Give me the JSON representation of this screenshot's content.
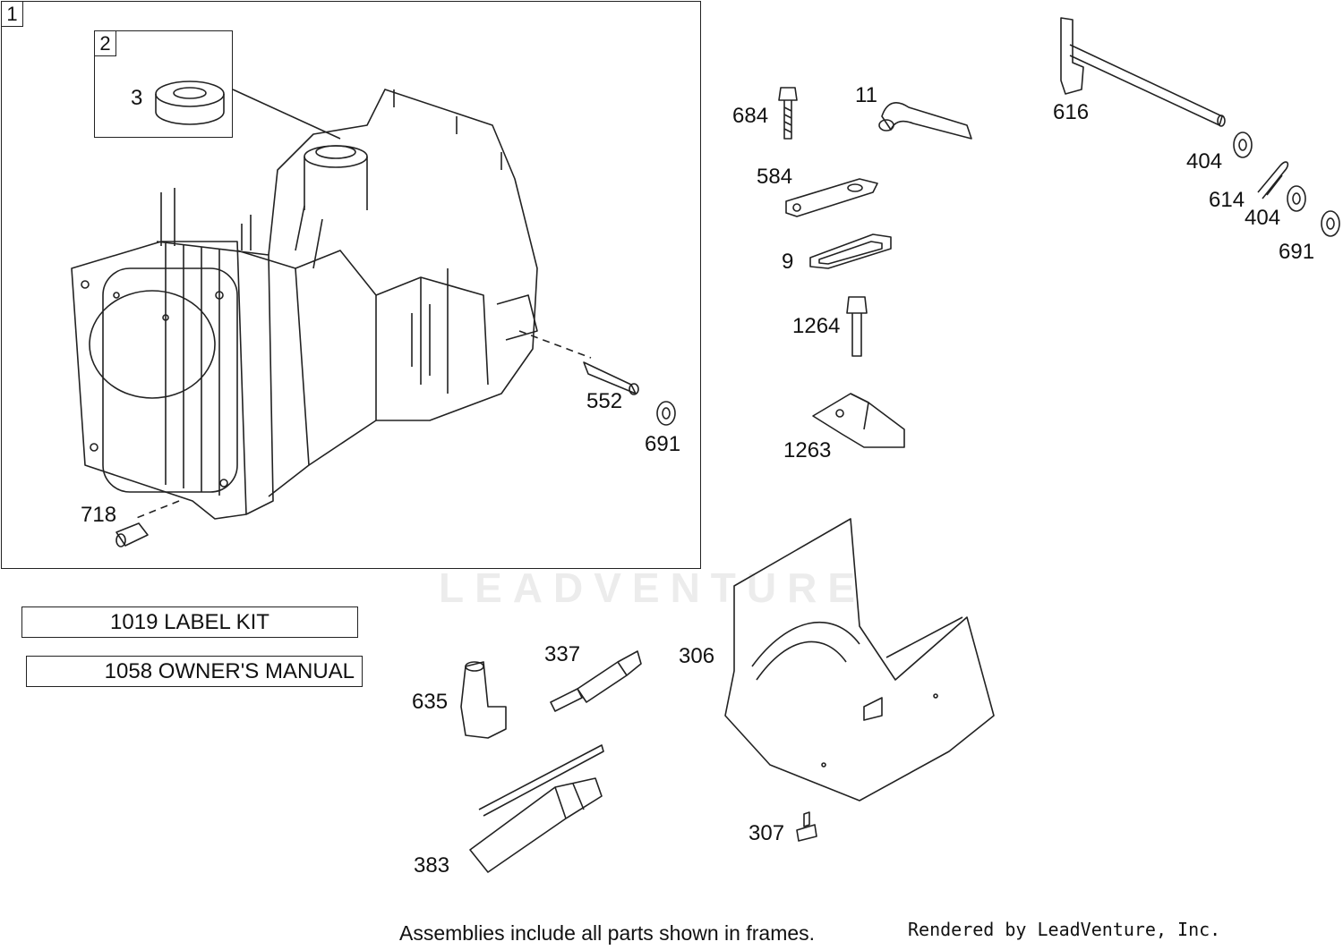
{
  "frames": [
    {
      "number": "1"
    },
    {
      "number": "2"
    }
  ],
  "part_labels": [
    {
      "id": "p3",
      "text": "3"
    },
    {
      "id": "p718",
      "text": "718"
    },
    {
      "id": "p552",
      "text": "552"
    },
    {
      "id": "p691a",
      "text": "691"
    },
    {
      "id": "p684",
      "text": "684"
    },
    {
      "id": "p11",
      "text": "11"
    },
    {
      "id": "p584",
      "text": "584"
    },
    {
      "id": "p9",
      "text": "9"
    },
    {
      "id": "p1264",
      "text": "1264"
    },
    {
      "id": "p1263",
      "text": "1263"
    },
    {
      "id": "p616",
      "text": "616"
    },
    {
      "id": "p404a",
      "text": "404"
    },
    {
      "id": "p614",
      "text": "614"
    },
    {
      "id": "p404b",
      "text": "404"
    },
    {
      "id": "p691b",
      "text": "691"
    },
    {
      "id": "p337",
      "text": "337"
    },
    {
      "id": "p306",
      "text": "306"
    },
    {
      "id": "p635",
      "text": "635"
    },
    {
      "id": "p307",
      "text": "307"
    },
    {
      "id": "p383",
      "text": "383"
    }
  ],
  "kits": [
    {
      "text": "1019 LABEL KIT"
    },
    {
      "text": "1058 OWNER'S MANUAL"
    }
  ],
  "watermark": "LEADVENTURE",
  "footer": {
    "note": "Assemblies include all parts shown in frames.",
    "rendered_by": "Rendered by LeadVenture, Inc."
  }
}
